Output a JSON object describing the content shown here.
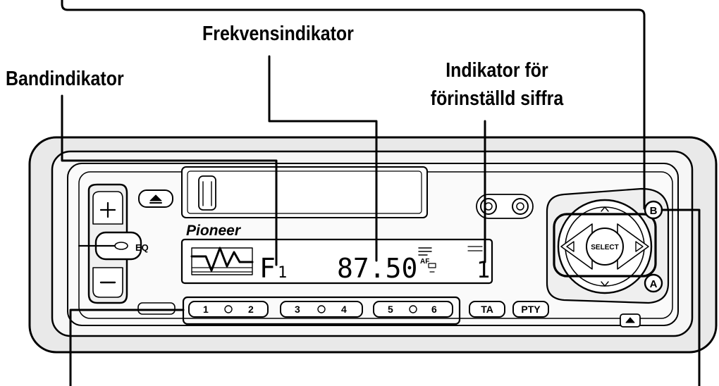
{
  "labels": {
    "band": "Bandindikator",
    "frequency": "Frekvensindikator",
    "preset_line1": "Indikator för",
    "preset_line2": "förinställd siffra"
  },
  "device": {
    "brand": "Pioneer",
    "display": {
      "band": "F",
      "band_sub": "1",
      "frequency": "87.50",
      "af": "AF",
      "preset": "1"
    },
    "buttons": {
      "eq": "EQ",
      "select": "SELECT",
      "b": "B",
      "a": "A",
      "ta": "TA",
      "pty": "PTY",
      "preset_1": "1",
      "preset_2": "2",
      "preset_3": "3",
      "preset_4": "4",
      "preset_5": "5",
      "preset_6": "6"
    }
  },
  "colors": {
    "ink": "#000000",
    "panel": "#f4f4f4",
    "body": "#e6e6e6"
  }
}
